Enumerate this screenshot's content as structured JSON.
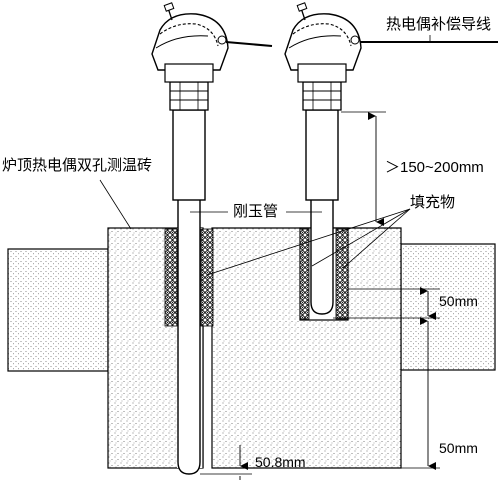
{
  "labels": {
    "compensating_wire": "热电偶补偿导线",
    "furnace_brick": "炉顶热电偶双孔测温砖",
    "corundum_tube": "刚玉管",
    "filler": "填充物",
    "height_range": "＞150~200mm",
    "gap_bottom_1": "50mm",
    "gap_bottom_2": "50mm",
    "protrusion": "50.8mm"
  },
  "colors": {
    "stroke": "#000000",
    "background": "#ffffff",
    "stipple": "#555555",
    "filler_dark": "#222222"
  }
}
